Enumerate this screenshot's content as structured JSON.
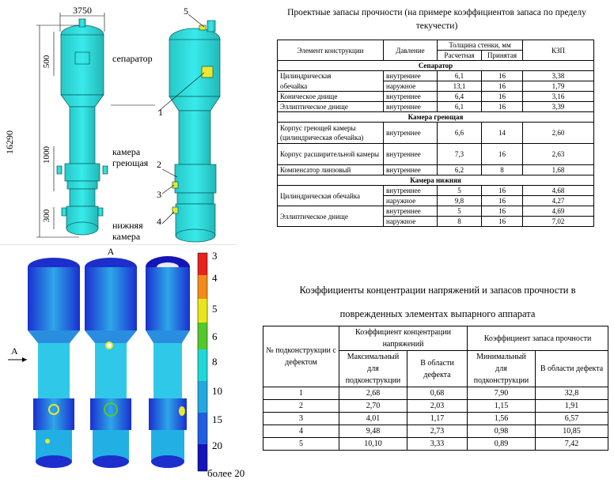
{
  "drawing": {
    "dim_width": "3750",
    "dim_height": "16290",
    "dim_500": "500",
    "dim_1000": "1000",
    "dim_300": "300",
    "labels": {
      "separator": "сепаратор",
      "heating_chamber_1": "камера",
      "heating_chamber_2": "греющая",
      "lower_chamber_1": "нижняя",
      "lower_chamber_2": "камера"
    },
    "callouts": [
      "1",
      "2",
      "3",
      "4",
      "5"
    ]
  },
  "fea": {
    "view_label_top": "А",
    "view_label_left": "А",
    "legend": [
      "3",
      "4",
      "5",
      "6",
      "8",
      "10",
      "15",
      "20",
      "более 20"
    ],
    "colors": {
      "red": "#e8231c",
      "orange": "#f48a1a",
      "yellow": "#e9e51c",
      "green": "#52c82a",
      "cyan": "#1fd8d8",
      "lightblue": "#23a8e0",
      "blue": "#2060e0",
      "navy": "#1414b8"
    }
  },
  "table1": {
    "title": "Проектные запасы прочности (на примере коэффициентов запаса по пределу текучести)",
    "headers": {
      "element": "Элемент конструкции",
      "pressure": "Давление",
      "thickness": "Толщина стенки, мм",
      "calc": "Расчетная",
      "accepted": "Принятая",
      "ksp": "КЗП"
    },
    "sections": [
      {
        "name": "Сепаратор",
        "rows": [
          [
            "Цилиндрическая",
            "внутреннее",
            "6,1",
            "16",
            "3,38"
          ],
          [
            "обечайка",
            "наружное",
            "13,1",
            "16",
            "1,79"
          ],
          [
            "Коническое днище",
            "внутреннее",
            "6,4",
            "16",
            "3,16"
          ],
          [
            "Эллиптическое днище",
            "внутреннее",
            "6,1",
            "16",
            "3,39"
          ]
        ]
      },
      {
        "name": "Камера греющая",
        "rows": [
          [
            "Корпус греющей камеры (цилиндрическая обечайка)",
            "внутреннее",
            "6,6",
            "14",
            "2,60"
          ],
          [
            "Корпус расширительной камеры",
            "внутреннее",
            "7,3",
            "16",
            "2,63"
          ],
          [
            "Компенсатор линзовый",
            "внутреннее",
            "6,2",
            "8",
            "1,68"
          ]
        ]
      },
      {
        "name": "Камера нижняя",
        "rows": [
          [
            "Цилиндрическая обечайка",
            "внутреннее",
            "5",
            "16",
            "4,68"
          ],
          [
            "",
            "наружное",
            "9,8",
            "16",
            "4,27"
          ],
          [
            "Эллиптическое днище",
            "внутреннее",
            "5",
            "16",
            "4,69"
          ],
          [
            "",
            "наружное",
            "8",
            "16",
            "7,02"
          ]
        ]
      }
    ]
  },
  "table2": {
    "title": "Коэффициенты концентрации напряжений и запасов прочности в поврежденных элементах выпарного аппарата",
    "headers": {
      "num": "№ подконструкции с дефектом",
      "kcn": "Коэффициент концентрации напряжений",
      "kzp": "Коэффициент запаса прочности",
      "max": "Максимальный для подконструкции",
      "in_defect1": "В области дефекта",
      "min": "Минимальный для подконструкции",
      "in_defect2": "В области дефекта"
    },
    "rows": [
      [
        "1",
        "2,68",
        "0,68",
        "7,90",
        "32,8"
      ],
      [
        "2",
        "2,70",
        "2,03",
        "1,15",
        "1,91"
      ],
      [
        "3",
        "4,01",
        "1,17",
        "1,56",
        "6,57"
      ],
      [
        "4",
        "9,48",
        "2,73",
        "0,98",
        "10,85"
      ],
      [
        "5",
        "10,10",
        "3,33",
        "0,89",
        "7,42"
      ]
    ]
  }
}
